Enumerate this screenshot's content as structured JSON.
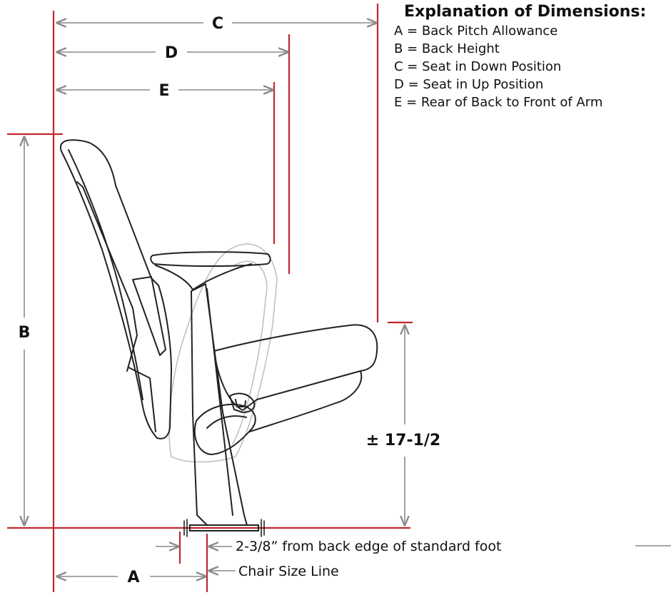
{
  "legend": {
    "title": "Explanation of Dimensions:",
    "items": [
      "A = Back Pitch Allowance",
      "B = Back Height",
      "C = Seat in Down Position",
      "D = Seat in Up Position",
      "E = Rear of Back to Front of Arm"
    ]
  },
  "dimensions": {
    "a": "A",
    "b": "B",
    "c": "C",
    "d": "D",
    "e": "E",
    "seat_height": "± 17-1/2"
  },
  "notes": {
    "foot_offset": "2-3/8” from back edge of standard foot",
    "chair_size_line": "Chair Size Line"
  },
  "colors": {
    "reference_line": "#c0282d",
    "dimension_line": "#8a8a8a",
    "outline": "#222222"
  }
}
